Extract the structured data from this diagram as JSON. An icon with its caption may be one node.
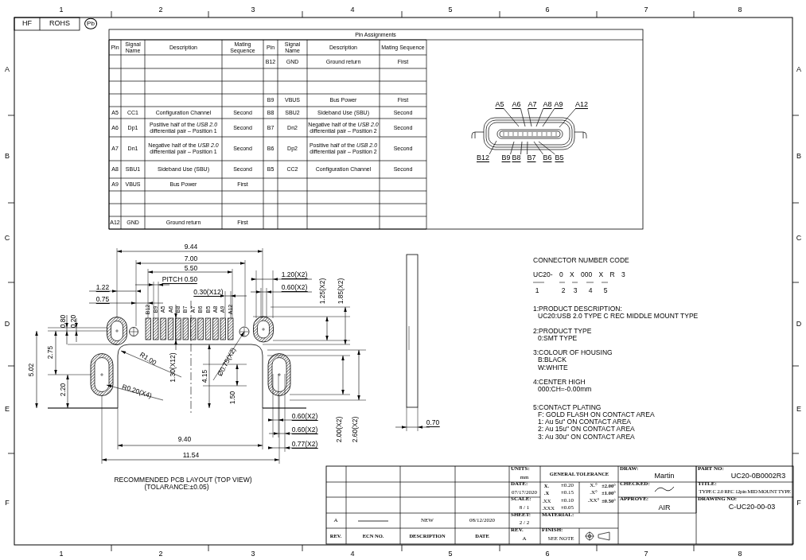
{
  "diagram": {
    "nodes": [
      {
        "text": [
          "A5"
        ]
      },
      {
        "text": [
          "A6"
        ]
      },
      {
        "text": [
          "A7"
        ]
      },
      {
        "text": [
          "A8"
        ]
      },
      {
        "text": [
          "A9"
        ]
      },
      {
        "text": [
          "A12"
        ]
      },
      {
        "text": [
          "B12"
        ]
      },
      {
        "text": [
          "B9"
        ]
      },
      {
        "text": [
          "B8"
        ]
      },
      {
        "text": [
          "B7"
        ]
      },
      {
        "text": [
          "B6"
        ]
      },
      {
        "text": [
          "B5"
        ]
      }
    ],
    "edges": [
      {
        "from": 0,
        "to": null,
        "arrow": "none"
      },
      {
        "from": 1,
        "to": null,
        "arrow": "none"
      },
      {
        "from": 2,
        "to": null,
        "arrow": "none"
      },
      {
        "from": 3,
        "to": null,
        "arrow": "none"
      },
      {
        "from": 4,
        "to": null,
        "arrow": "none"
      },
      {
        "from": 5,
        "to": null,
        "arrow": "none"
      },
      {
        "from": 6,
        "to": null,
        "arrow": "none"
      },
      {
        "from": 7,
        "to": null,
        "arrow": "none"
      },
      {
        "from": 8,
        "to": null,
        "arrow": "none"
      },
      {
        "from": 9,
        "to": null,
        "arrow": "none"
      },
      {
        "from": 10,
        "to": null,
        "arrow": "none"
      },
      {
        "from": 11,
        "to": null,
        "arrow": "none"
      }
    ],
    "labels": [
      "1",
      "2",
      "3",
      "4",
      "5",
      "6",
      "7",
      "8",
      "A",
      "B",
      "C",
      "D",
      "E",
      "F",
      "A",
      "B",
      "C",
      "D",
      "E",
      "F",
      "1",
      "2",
      "3",
      "4",
      "5",
      "6",
      "7",
      "8",
      "HF",
      "ROHS",
      "Pb",
      "Pin Assignments",
      "Pin",
      "Signal Name",
      "Description",
      "Mating Sequence",
      "Pin",
      "Signal Name",
      "Description",
      "Mating Sequence",
      "B12",
      "GND",
      "Ground return",
      "First",
      "B9",
      "VBUS",
      "Bus Power",
      "First",
      "A5",
      "CC1",
      "Configuration Channel",
      "Second",
      "B8",
      "SBU2",
      "Sideband Use (SBU)",
      "Second",
      "A6",
      "Dp1",
      "Positive half of the *USB 2.0* differential pair – Position 1",
      "Second",
      "B7",
      "Dn2",
      "Negative half of the *USB 2.0* differential pair – Position 2",
      "Second",
      "A7",
      "Dn1",
      "Negative half of the *USB 2.0* differential pair – Position 1",
      "Second",
      "B6",
      "Dp2",
      "Positive half of the *USB 2.0* differential pair – Position 2",
      "Second",
      "A8",
      "SBU1",
      "Sideband Use (SBU)",
      "Second",
      "B5",
      "CC2",
      "Configuration Channel",
      "Second",
      "A9",
      "VBUS",
      "Bus Power",
      "First",
      "A12",
      "GND",
      "Ground return",
      "First",
      "B12",
      "B9",
      "A5",
      "A6",
      "B8",
      "B7",
      "A7",
      "B6",
      "B5",
      "A8",
      "A9",
      "A12",
      "9.44",
      "7.00",
      "5.50",
      "PITCH 0.50",
      "1.22",
      "0.75",
      "0.30(X12)",
      "1.20(X2)",
      "0.60(X2)",
      "1.25(X2)",
      "1.85(X2)",
      "0.80",
      "0.20",
      "2.75",
      "5.02",
      "2.20",
      "R1.00",
      "R0.20(X4)",
      "1.30(X12)",
      "4.15",
      "Ø0.75(X2)",
      "1.50",
      "0.60(X2)",
      "0.60(X2)",
      "0.77(X2)",
      "2.00(X2)",
      "2.60(X2)",
      "9.40",
      "11.54",
      "RECOMMENDED PCB LAYOUT (TOP VIEW)",
      "(TOLARANCE:±0.05)",
      "0.70",
      "CONNECTOR NUMBER CODE",
      "UC20- 0 X 000 X R 3",
      "1",
      "2",
      "3",
      "4",
      "5",
      "1:PRODUCT DESCRIPTION:",
      "UC20:USB 2.0 TYPE C REC MIDDLE MOUNT TYPE",
      "2:PRODUCT TYPE",
      "0:SMT TYPE",
      "3:COLOUR OF HOUSING",
      "B:BLACK",
      "W:WHITE",
      "4:CENTER HIGH",
      "000:CH=-0.00mm",
      "5:CONTACT PLATING",
      "F: GOLD FLASH ON CONTACT AREA",
      "1: Au 5u\" ON CONTACT AREA",
      "2: Au 15u\" ON CONTACT AREA",
      "3: Au 30u\" ON CONTACT AREA",
      "UNITS:",
      "mm",
      "GENERAL TOLERANCE",
      "DRAW:",
      "Martin",
      "PART NO:",
      "UC20-0B0002R3",
      "DATE:",
      "07/17/2020",
      "X.",
      "±0.20",
      "X.°",
      "±2.00°",
      ".X",
      "±0.15",
      ".X°",
      "±1.00°",
      "CHECKED:",
      "TITLE:",
      "TYPE C 2.0 REC 12pin MID MOUNT TYPE",
      "SCALE:",
      "8 / 1",
      ".XX",
      "±0.10",
      ".XX°",
      "±0.50°",
      ".XXX",
      "±0.05",
      "APPROVE:",
      "AIR",
      "DRAWING NO:",
      "C-UC20-00-03",
      "A",
      "NEW",
      "08/12/2020",
      "SHEET:",
      "2 / 2",
      "MATERIAL:",
      "REV.",
      "ECN NO.",
      "DESCRIPTION",
      "DATE",
      "REV.",
      "A",
      "FINISH:",
      "SEE NOTE"
    ]
  }
}
